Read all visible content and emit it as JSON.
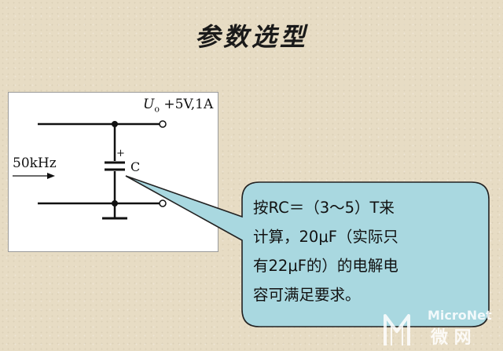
{
  "slide": {
    "title": "参数选型"
  },
  "circuit": {
    "output_symbol": "U",
    "output_subscript": "o",
    "output_spec": "+5V,1A",
    "frequency": "50kHz",
    "capacitor_label": "C",
    "capacitor_polarity": "+"
  },
  "callout": {
    "text": "按RC＝（3～5）T来\n计算，20μF（实际只\n有22μF的）的电解电\n容可满足要求。",
    "fill_color": "#a9d8e0"
  },
  "watermark": {
    "line1": "MicroNet",
    "line2": "微 网"
  }
}
